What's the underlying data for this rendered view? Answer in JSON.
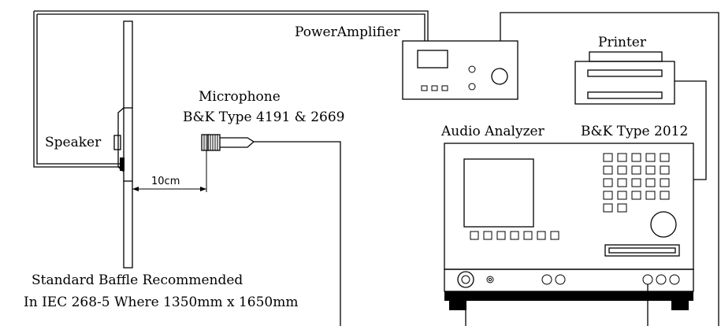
{
  "labels": {
    "power_amplifier": "PowerAmplifier",
    "printer": "Printer",
    "microphone": "Microphone",
    "microphone_type": "B&K Type 4191 & 2669",
    "audio_analyzer": "Audio Analyzer",
    "analyzer_type": "B&K Type 2012",
    "speaker": "Speaker",
    "distance": "10cm",
    "baffle_line1": "Standard Baffle Recommended",
    "baffle_line2": "In IEC 268-5 Where 1350mm x 1650mm"
  }
}
